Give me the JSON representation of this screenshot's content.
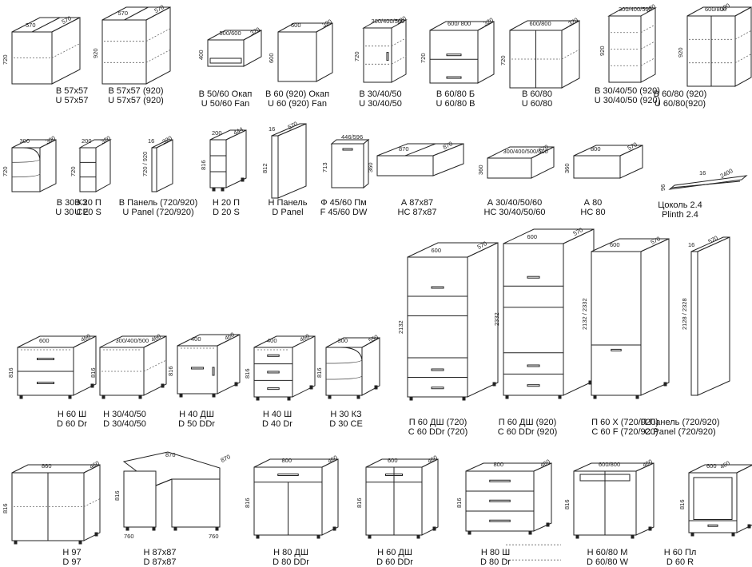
{
  "items": [
    {
      "line1": "В 57x57",
      "line2": "U 57x57",
      "dims": [
        "570",
        "570",
        "720"
      ]
    },
    {
      "line1": "В 57x57 (920)",
      "line2": "U 57x57 (920)",
      "dims": [
        "570",
        "570",
        "920"
      ]
    },
    {
      "line1": "В 50/60 Окап",
      "line2": "U 50/60 Fan",
      "dims": [
        "500/600",
        "320",
        "400"
      ]
    },
    {
      "line1": "В 60 (920) Окап",
      "line2": "U 60 (920) Fan",
      "dims": [
        "600",
        "320",
        "600"
      ]
    },
    {
      "line1": "В 30/40/50",
      "line2": "U 30/40/50",
      "dims": [
        "300/400/500",
        "320",
        "720"
      ]
    },
    {
      "line1": "В 60/80 Б",
      "line2": "U 60/80 B",
      "dims": [
        "600/ 800",
        "320",
        "720"
      ]
    },
    {
      "line1": "В 60/80",
      "line2": "U 60/80",
      "dims": [
        "600/800",
        "320",
        "720"
      ]
    },
    {
      "line1": "В 30/40/50 (920)",
      "line2": "U 30/40/50 (920)",
      "dims": [
        "300/400/500",
        "320",
        "920"
      ]
    },
    {
      "line1": "В 60/80 (920)",
      "line2": "U 60/80(920)",
      "dims": [
        "600/800",
        "320",
        "920"
      ]
    },
    {
      "line1": "В 30 КЗ",
      "line2": "U 30 CE",
      "dims": [
        "300",
        "300",
        "720"
      ]
    },
    {
      "line1": "В 20 П",
      "line2": "U 20 S",
      "dims": [
        "200",
        "320",
        "720"
      ]
    },
    {
      "line1": "В Панель (720/920)",
      "line2": "U Panel (720/920)",
      "dims": [
        "16",
        "320",
        "720 / 920"
      ]
    },
    {
      "line1": "Н 20 П",
      "line2": "D 20 S",
      "dims": [
        "200",
        "444",
        "816"
      ]
    },
    {
      "line1": "Н Панель",
      "line2": "D Panel",
      "dims": [
        "16",
        "570",
        "812"
      ]
    },
    {
      "line1": "Ф 45/60 Пм",
      "line2": "F 45/60 DW",
      "dims": [
        "446/596",
        "",
        "713"
      ]
    },
    {
      "line1": "А 87x87",
      "line2": "HC 87x87",
      "dims": [
        "870",
        "870",
        "360"
      ]
    },
    {
      "line1": "А 30/40/50/60",
      "line2": "HC 30/40/50/60",
      "dims": [
        "300/400/500/600",
        "570",
        "360"
      ]
    },
    {
      "line1": "А 80",
      "line2": "HC 80",
      "dims": [
        "800",
        "570",
        "360"
      ]
    },
    {
      "line1": "Цоколь 2.4",
      "line2": "Plinth  2.4",
      "dims": [
        "16",
        "2400",
        "96"
      ]
    },
    {
      "line1": "Н 60 Ш",
      "line2": "D 60 Dr",
      "dims": [
        "600",
        "460",
        "816"
      ]
    },
    {
      "line1": "Н 30/40/50",
      "line2": "D 30/40/50",
      "dims": [
        "300/400/500",
        "460",
        "816"
      ]
    },
    {
      "line1": "Н 40 ДШ",
      "line2": "D 50 DDr",
      "dims": [
        "400",
        "460",
        "816"
      ]
    },
    {
      "line1": "Н 40 Ш",
      "line2": "D 40 Dr",
      "dims": [
        "400",
        "460",
        "816"
      ]
    },
    {
      "line1": "Н 30 КЗ",
      "line2": "D 30 CE",
      "dims": [
        "300",
        "550",
        "816"
      ]
    },
    {
      "line1": "П 60 ДШ (720)",
      "line2": "С 60 DDr (720)",
      "dims": [
        "600",
        "570",
        "2132"
      ]
    },
    {
      "line1": "П 60 ДШ (920)",
      "line2": "С 60 DDr (920)",
      "dims": [
        "600",
        "570",
        "2332"
      ]
    },
    {
      "line1": "П 60 Х (720/920)",
      "line2": "С 60 F (720/920)",
      "dims": [
        "600",
        "570",
        "2132 / 2332"
      ]
    },
    {
      "line1": "П Панель (720/920)",
      "line2": "С Panel (720/920)",
      "dims": [
        "16",
        "570",
        "2128 / 2328"
      ]
    },
    {
      "line1": "Н 97",
      "line2": "D 97",
      "dims": [
        "860",
        "460",
        "816"
      ]
    },
    {
      "line1": "Н 87x87",
      "line2": "D 87x87",
      "dims": [
        "870",
        "870",
        "816",
        "760",
        "760"
      ]
    },
    {
      "line1": "Н 80 ДШ",
      "line2": "D 80 DDr",
      "dims": [
        "800",
        "460",
        "816"
      ]
    },
    {
      "line1": "Н 60 ДШ",
      "line2": "D 60 DDr",
      "dims": [
        "600",
        "460",
        "816"
      ]
    },
    {
      "line1": "Н 80 Ш",
      "line2": "D 80 Dr",
      "dims": [
        "800",
        "460",
        "816"
      ]
    },
    {
      "line1": "Н 60/80 М",
      "line2": "D 60/80 W",
      "dims": [
        "600/800",
        "460",
        "816"
      ]
    },
    {
      "line1": "Н 60 Пл",
      "line2": "D 60 R",
      "dims": [
        "600",
        "460",
        "816"
      ]
    }
  ]
}
